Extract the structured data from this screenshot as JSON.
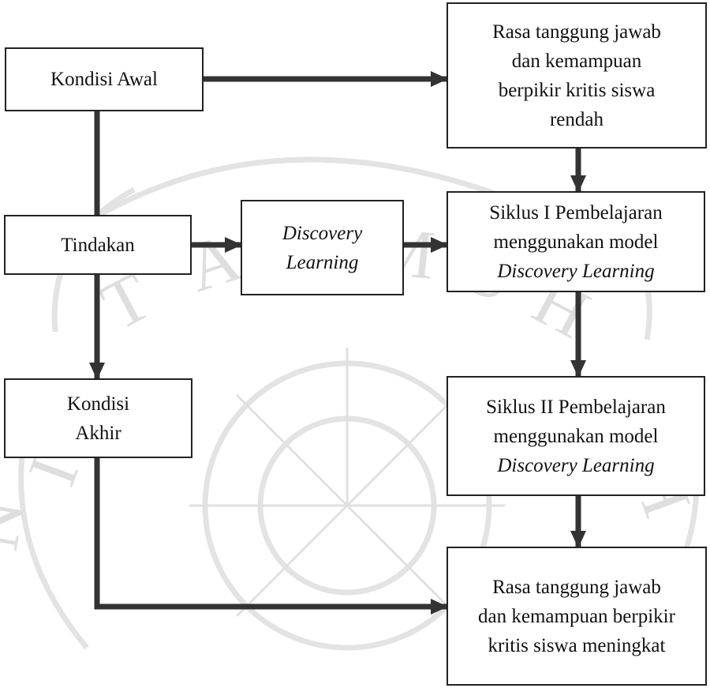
{
  "diagram": {
    "nodes": {
      "kondisi_awal": {
        "lines": [
          "Kondisi Awal"
        ]
      },
      "rendah": {
        "lines": [
          "Rasa tanggung jawab",
          "dan kemampuan",
          "berpikir kritis siswa",
          "rendah"
        ]
      },
      "tindakan": {
        "lines": [
          "Tindakan"
        ]
      },
      "discovery": {
        "lines": [
          "Discovery",
          "Learning"
        ]
      },
      "siklus1": {
        "lines": [
          "Siklus I Pembelajaran",
          "menggunakan model",
          "Discovery Learning"
        ]
      },
      "kondisi_akhir": {
        "lines": [
          "Kondisi",
          "Akhir"
        ]
      },
      "siklus2": {
        "lines": [
          "Siklus II Pembelajaran",
          "menggunakan model",
          "Discovery Learning"
        ]
      },
      "meningkat": {
        "lines": [
          "Rasa tanggung jawab",
          "dan kemampuan berpikir",
          "kritis siswa meningkat"
        ]
      }
    },
    "colors": {
      "border": "#222222",
      "arrow": "#333333",
      "watermark": "#d9d9d9"
    }
  }
}
